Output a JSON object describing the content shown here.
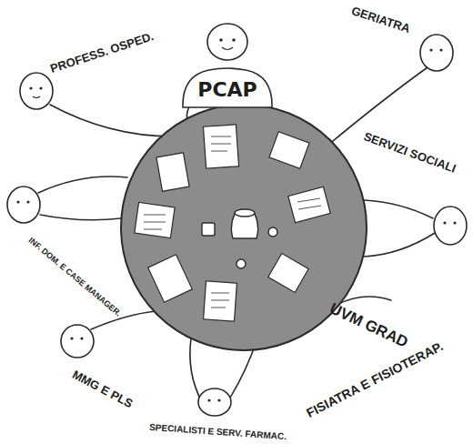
{
  "diagram": {
    "nodes": [
      {
        "text": [
          "PCAP"
        ]
      }
    ],
    "labels": [
      "PROFESS. OSPED.",
      "GERIATRA",
      "SERVIZI SOCIALI",
      "INF. DOM. E CASE MANAGER.",
      "UVM GRAD",
      "MMG E PLS",
      "FISIATRA E FISIOTERAP.",
      "SPECIALISTI E SERV. FARMAC."
    ]
  }
}
